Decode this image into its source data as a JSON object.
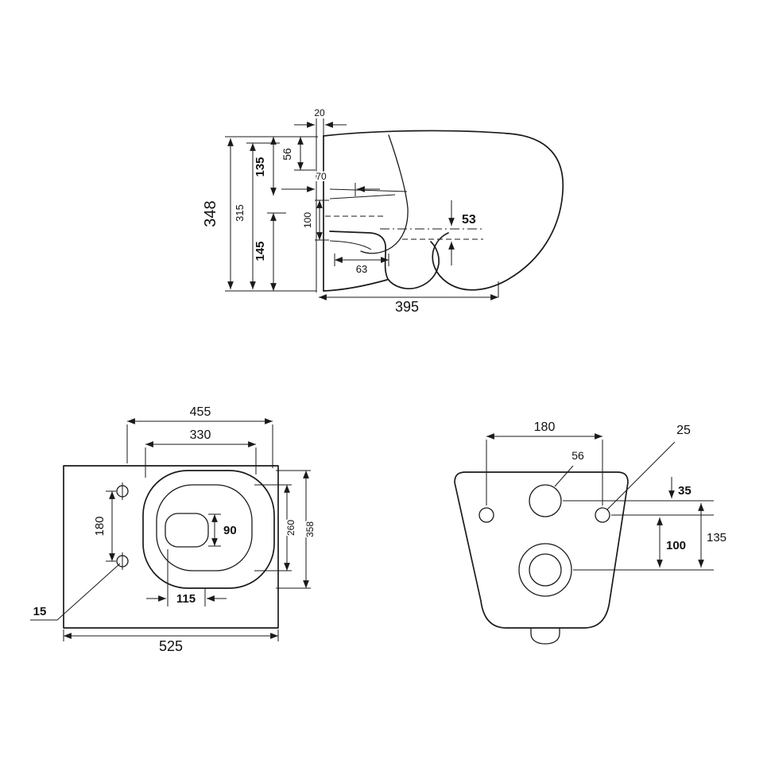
{
  "page": {
    "background": "#ffffff",
    "ink": "#1a1a1a"
  },
  "drawing": {
    "side_view": {
      "total_height": "348",
      "body_height": "315",
      "upper_span": "135",
      "lower_span": "145",
      "rim_thickness": "56",
      "wall_gap": "20",
      "inlet_depth": "70",
      "outlet_axis": "100",
      "outlet_run": "63",
      "water_seal": "53",
      "total_depth": "395"
    },
    "top_view": {
      "bowl_length": "455",
      "inner_length": "330",
      "hole_spacing": "180",
      "water_width": "90",
      "water_offset": "115",
      "hole_edge_offset": "15",
      "total_depth": "525",
      "inner_width": "260",
      "outer_width": "358"
    },
    "front_view": {
      "hole_spacing": "180",
      "hole_dia": "25",
      "inlet_dia": "56",
      "inlet_drop": "35",
      "outlet_drop": "100",
      "drain_drop": "135"
    }
  }
}
